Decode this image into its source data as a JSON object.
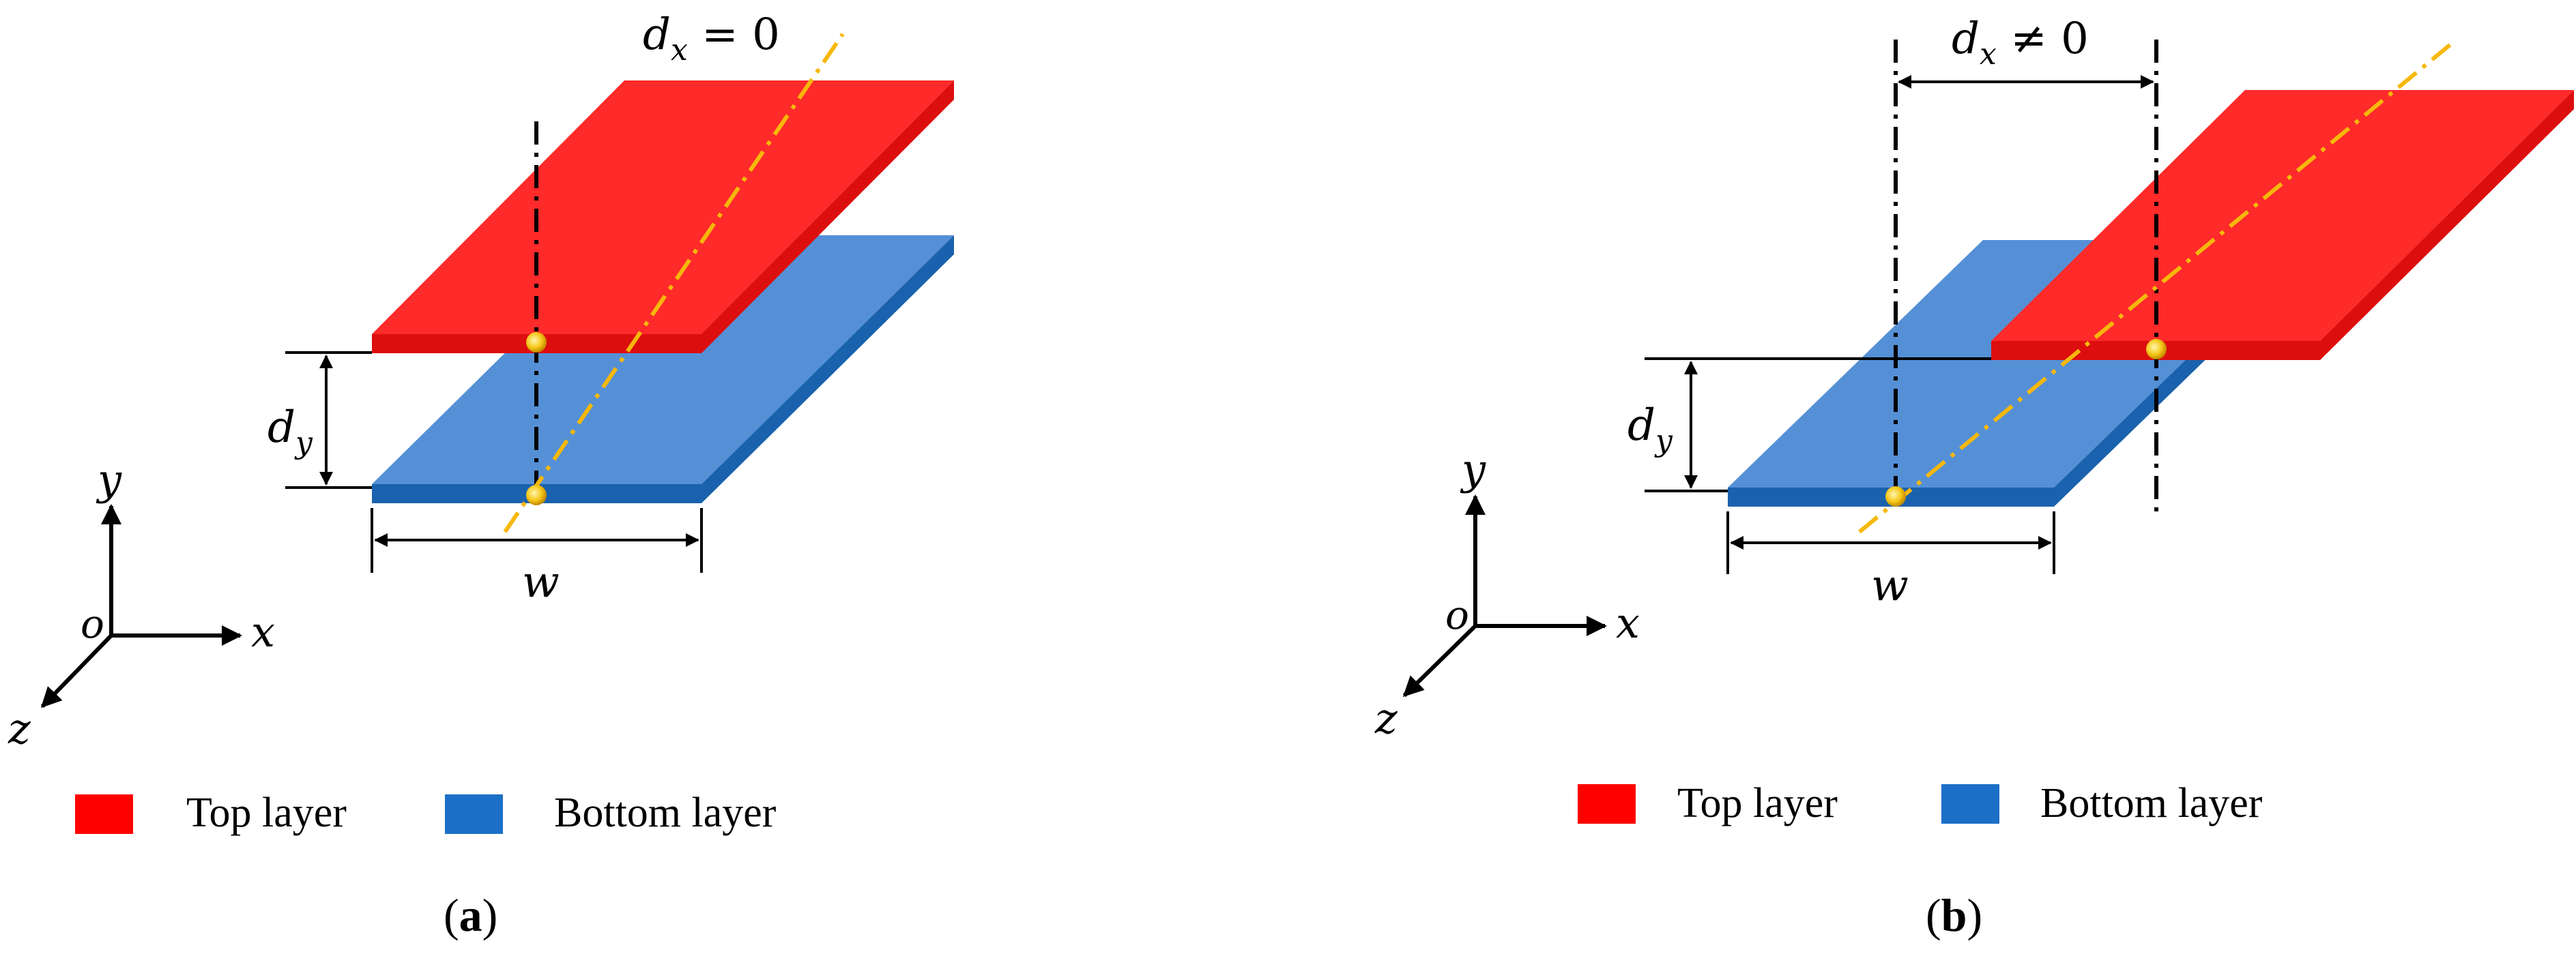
{
  "colors": {
    "top_layer": "#ff2a2a",
    "top_layer_side": "#dd0e0e",
    "bottom_layer": "#5590d6",
    "bottom_layer_side": "#1a62ad",
    "legend_top": "#ff0000",
    "legend_bottom": "#1c6fc7",
    "centerline": "#f6b80a",
    "axis": "#000000"
  },
  "panel_a": {
    "dx_symbol": "d",
    "dx_sub": "x",
    "dx_relation": " = 0",
    "dy_symbol": "d",
    "dy_sub": "y",
    "width_symbol": "w",
    "axis_y": "y",
    "axis_x": "x",
    "axis_z": "z",
    "origin": "o",
    "legend_top": "Top layer",
    "legend_bottom": "Bottom layer",
    "caption_open": "(",
    "caption_letter": "a",
    "caption_close": ")"
  },
  "panel_b": {
    "dx_symbol": "d",
    "dx_sub": "x",
    "dx_relation": " ≠ 0",
    "dy_symbol": "d",
    "dy_sub": "y",
    "width_symbol": "w",
    "axis_y": "y",
    "axis_x": "x",
    "axis_z": "z",
    "origin": "o",
    "legend_top": "Top layer",
    "legend_bottom": "Bottom layer",
    "caption_open": "(",
    "caption_letter": "b",
    "caption_close": ")"
  }
}
